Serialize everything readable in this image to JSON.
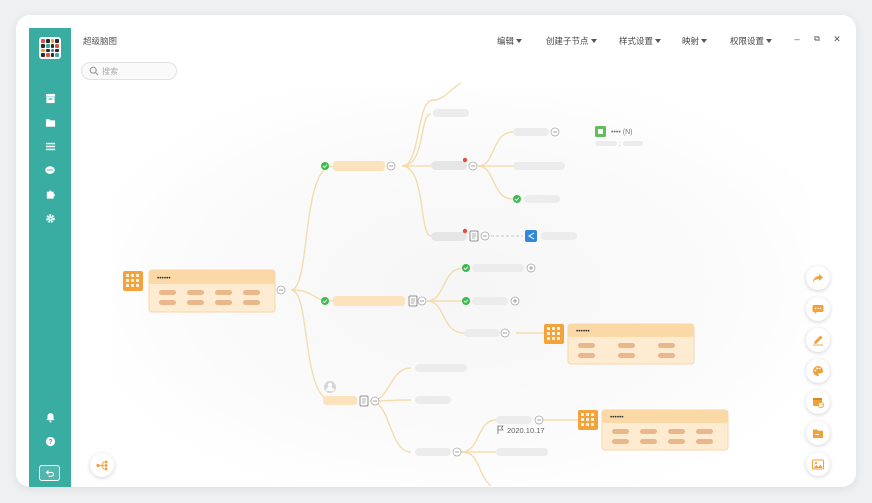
{
  "app": {
    "title": "超级脑图"
  },
  "menu": {
    "edit": "编辑",
    "create_child": "创建子节点",
    "style": "样式设置",
    "mapping": "映射",
    "permission": "权限设置"
  },
  "window": {
    "minimize": "–",
    "restore": "⧉",
    "close": "✕"
  },
  "search": {
    "placeholder": "搜索"
  },
  "sidebar": {
    "icons": [
      "archive-icon",
      "folder-icon",
      "list-icon",
      "chat-icon",
      "puzzle-icon",
      "gear-icon"
    ],
    "bottom_icons": [
      "bell-icon",
      "help-icon",
      "back-icon"
    ]
  },
  "nodes": {
    "root_title": "••••••",
    "card_mid_title": "••••••",
    "card_bottom_title": "••••••",
    "link_title": "•••• (N)",
    "link_sub": ":",
    "flag_date": "2020.10.17"
  },
  "colors": {
    "accent": "#3aada3",
    "branch": "#f4dcb0",
    "node_fill": "#fde3bd",
    "card_fill": "#fdecd2",
    "card_header": "#fbd9a6",
    "card_pill": "#e9b78a",
    "check": "#3dbb4e",
    "tool_orange": "#f0a23a"
  }
}
